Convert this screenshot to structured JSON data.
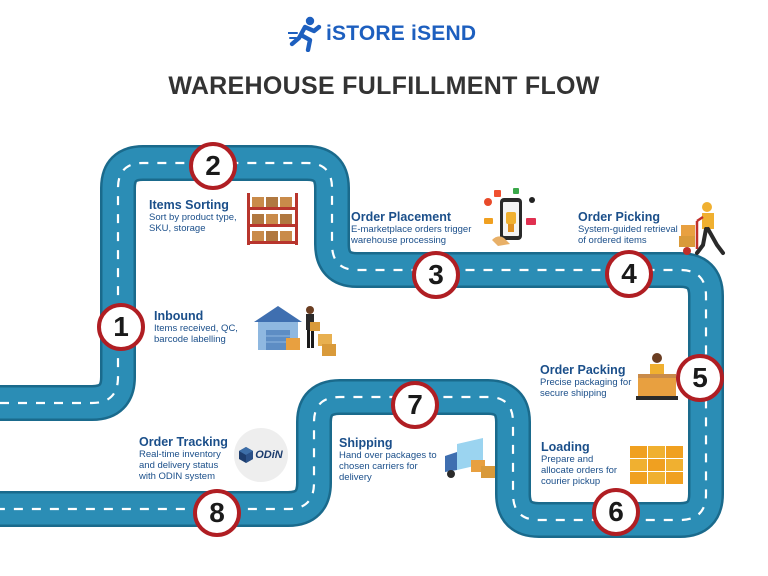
{
  "brand": {
    "name": "iSTORE iSEND"
  },
  "title": "WAREHOUSE FULFILLMENT FLOW",
  "colors": {
    "road": "#2b8db5",
    "road_edge": "#1a6a8c",
    "badge_ring": "#b01e23",
    "text": "#1b4f8a",
    "title": "#333333"
  },
  "steps": [
    {
      "number": "1",
      "title": "Inbound",
      "desc": "Items received, QC,\nbarcode labelling",
      "icon": "warehouse-worker-icon"
    },
    {
      "number": "2",
      "title": "Items Sorting",
      "desc": "Sort by product type,\nSKU, storage",
      "icon": "shelving-icon"
    },
    {
      "number": "3",
      "title": "Order Placement",
      "desc": "E-marketplace orders trigger\nwarehouse processing",
      "icon": "smartphone-order-icon"
    },
    {
      "number": "4",
      "title": "Order Picking",
      "desc": "System-guided retrieval\nof ordered items",
      "icon": "hand-truck-worker-icon"
    },
    {
      "number": "5",
      "title": "Order Packing",
      "desc": "Precise packaging for\nsecure shipping",
      "icon": "packing-worker-icon"
    },
    {
      "number": "6",
      "title": "Loading",
      "desc": "Prepare and\nallocate orders for\ncourier pickup",
      "icon": "pallet-boxes-icon"
    },
    {
      "number": "7",
      "title": "Shipping",
      "desc": "Hand over packages to\nchosen carriers for\ndelivery",
      "icon": "delivery-truck-icon"
    },
    {
      "number": "8",
      "title": "Order Tracking",
      "desc": "Real-time inventory\nand delivery status\nwith ODIN system",
      "icon": "odin-logo-icon"
    }
  ],
  "odin": {
    "label": "ODiN"
  }
}
